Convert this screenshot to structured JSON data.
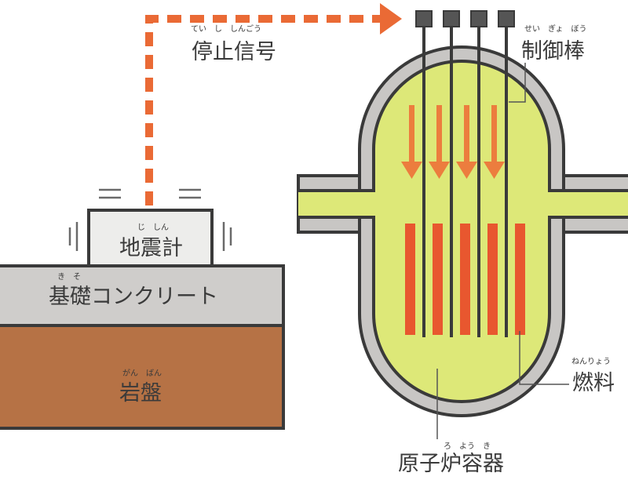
{
  "labels": {
    "stop_signal": {
      "text": "停止信号",
      "ruby": "てい　し　しんごう"
    },
    "control_rods": {
      "text": "制御棒",
      "ruby": "せい　ぎょ　ぼう"
    },
    "seismometer": {
      "text": "地震計",
      "ruby": "じ　しん"
    },
    "foundation": {
      "text": "基礎コンクリート",
      "ruby": "き　そ"
    },
    "bedrock": {
      "text": "岩盤",
      "ruby": "がん　ばん"
    },
    "fuel": {
      "text": "燃料",
      "ruby": "ねんりょう"
    },
    "reactor_vessel": {
      "text": "原子炉容器",
      "ruby": "ろ　よう　き"
    }
  },
  "colors": {
    "signal_arrow": "#ea6a35",
    "rod_arrow": "#ec7d3e",
    "fuel": "#e8572f",
    "coolant": "#dde878",
    "vessel_wall": "#c8c6c4",
    "outline": "#3a3a3a",
    "seismometer_fill": "#ededeb",
    "foundation_fill": "#cfcdcb",
    "bedrock_fill": "#b67245"
  },
  "icons": {
    "signal_arrow": "dashed-arrow",
    "rod_motion": "down-arrow",
    "vibration": "vibration-lines"
  }
}
